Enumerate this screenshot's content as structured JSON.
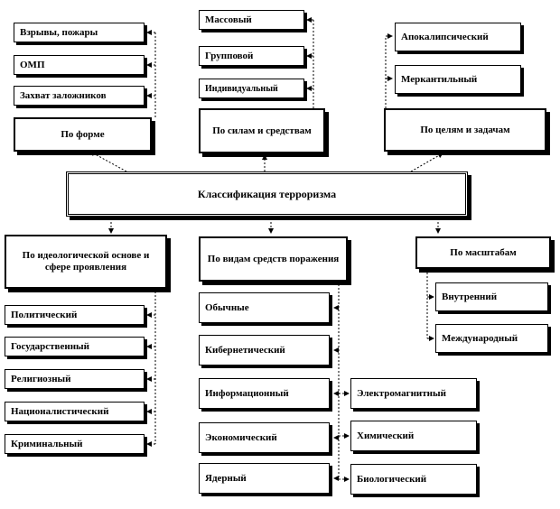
{
  "root": "Классификация терроризма",
  "categories": {
    "form": {
      "title": "По форме",
      "items": [
        "Взрывы, пожары",
        "ОМП",
        "Захват заложников"
      ]
    },
    "forces": {
      "title": "По силам и средствам",
      "items": [
        "Массовый",
        "Групповой",
        "Индивидуальный"
      ]
    },
    "goals": {
      "title": "По целям и задачам",
      "items": [
        "Апокалипсический",
        "Меркантильный"
      ]
    },
    "ideology": {
      "title": "По идеологической основе и сфере проявления",
      "items": [
        "Политический",
        "Государственный",
        "Религиозный",
        "Националистический",
        "Криминальный"
      ]
    },
    "means": {
      "title": "По видам средств поражения",
      "items_left": [
        "Обычные",
        "Кибернетический",
        "Информационный",
        "Экономический",
        "Ядерный"
      ],
      "items_right": [
        "Электромагнитный",
        "Химический",
        "Биологический"
      ]
    },
    "scale": {
      "title": "По масштабам",
      "items": [
        "Внутренний",
        "Международный"
      ]
    }
  }
}
